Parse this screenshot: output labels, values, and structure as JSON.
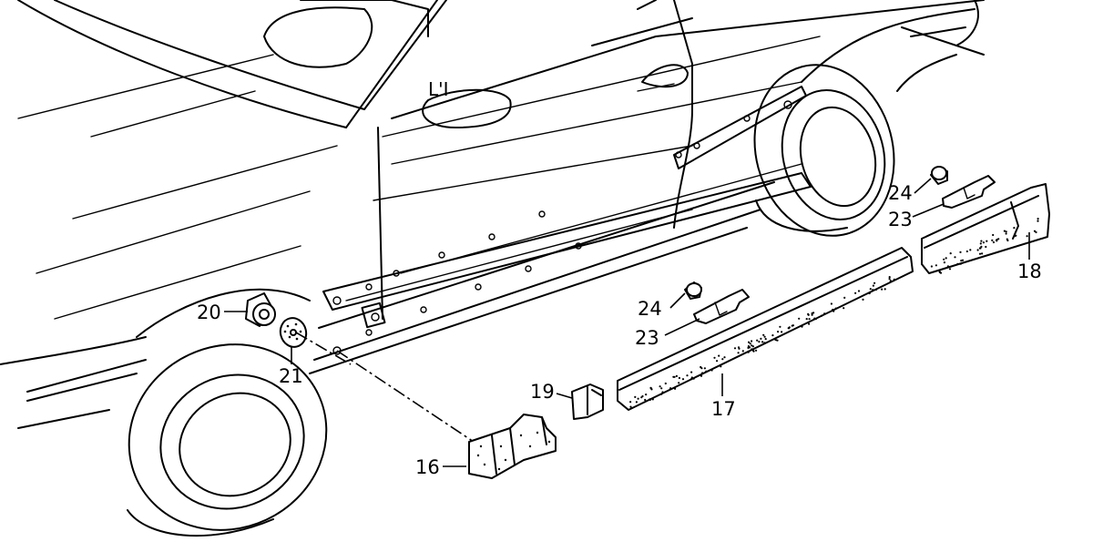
{
  "diagram": {
    "labels": {
      "p16": "16",
      "p17": "17",
      "p18": "18",
      "p19": "19",
      "p20": "20",
      "p21": "21",
      "p23a": "23",
      "p23b": "23",
      "p24a": "24",
      "p24b": "24"
    },
    "line_color": "#000000",
    "background": "#ffffff"
  }
}
